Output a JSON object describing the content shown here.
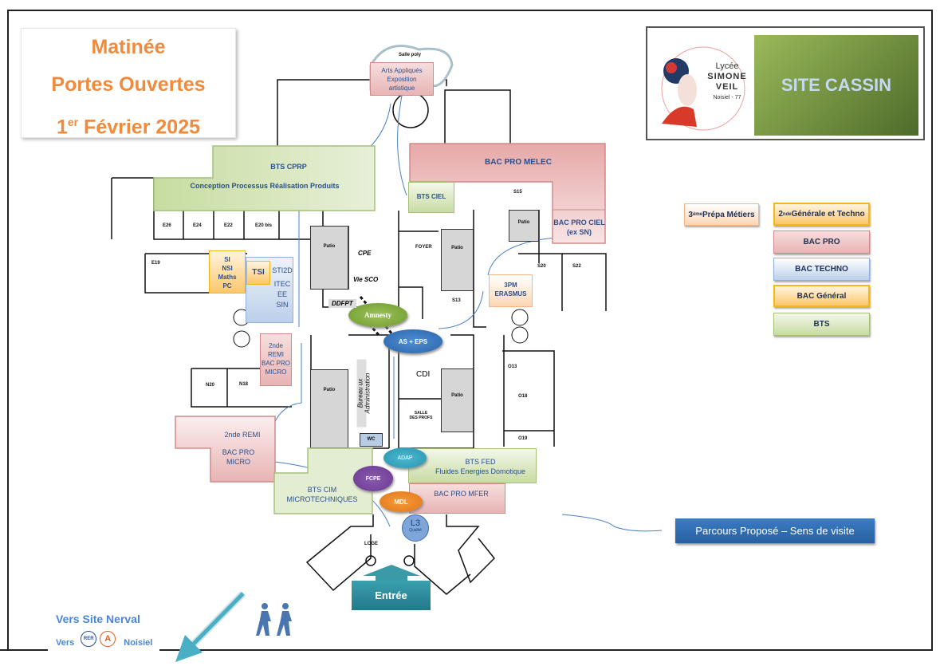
{
  "title": {
    "line1": "Matinée",
    "line2": "Portes Ouvertes",
    "line3_pre": "1",
    "line3_sup": "er",
    "line3_post": " Février 2025"
  },
  "logo": {
    "line1": "Lycée",
    "line2": "SIMONE",
    "line3": "VEIL",
    "line4": "Noisiel - 77"
  },
  "site_label": "SITE CASSIN",
  "legend": {
    "prepa": {
      "pre": "3",
      "sup": "ème",
      "post": " Prépa Métiers"
    },
    "seconde": {
      "pre": "2",
      "sup": "nde",
      "post": " Générale et Techno"
    },
    "items": [
      "BAC PRO",
      "BAC TECHNO",
      "BAC Général",
      "BTS"
    ]
  },
  "parcours_button": "Parcours Proposé – Sens de visite",
  "zones": {
    "salle_poly": "Salle poly",
    "arts": [
      "Arts Appliqués",
      "Exposition",
      "artistique"
    ],
    "bts_cprp": "BTS CPRP",
    "bts_cprp_sub": "Conception Processus Réalisation Produits",
    "bac_pro_melec": "BAC PRO MELEC",
    "bts_ciel": "BTS CIEL",
    "bac_pro_ciel": [
      "BAC PRO CIEL",
      "(ex SN)"
    ],
    "si_nsi": [
      "SI",
      "NSI",
      "Maths",
      "PC"
    ],
    "tsi": "TSI",
    "sti2d": [
      "STI2D",
      "ITEC",
      "EE",
      "SIN"
    ],
    "erasmus": [
      "3PM",
      "ERASMUS"
    ],
    "remi_small": [
      "2nde",
      "REMI",
      "BAC PRO",
      "MICRO"
    ],
    "remi_big": [
      "2nde REMI",
      "BAC PRO",
      "MICRO"
    ],
    "bts_cim": [
      "BTS CIM",
      "MICROTECHNIQUES"
    ],
    "bts_fed": [
      "BTS FED",
      "Fluides Energies Domotique"
    ],
    "bac_pro_mfer": "BAC PRO MFER"
  },
  "stands": {
    "amnesty": "Amnesty",
    "as_eps": "AS + EPS",
    "adap": "ADAP",
    "fcpe": "FCPE",
    "mdl": "MDL",
    "l3": "L3",
    "l3_sub": "Qualité"
  },
  "rooms": {
    "e26": "E26",
    "e24": "E24",
    "e22": "E22",
    "e20bis": "E20 bis",
    "e19": "E19",
    "cpe": "CPE",
    "vie_sco": "Vie SCO",
    "ddfpt": "DDFPT",
    "foyer": "FOYER",
    "patio": "Patio",
    "s15": "S15",
    "s13": "S13",
    "s20": "S20",
    "s22": "S22",
    "n20": "N20",
    "n18": "N18",
    "cdi": "CDI",
    "salle_profs": [
      "SALLE",
      "DES PROFS"
    ],
    "wc": "WC",
    "o13": "O13",
    "o18": "O18",
    "o19": "O19",
    "loge": "LOGE",
    "bureaux": "Bureau ux Administration"
  },
  "entree": "Entrée",
  "nerval": "Vers Site Nerval",
  "rer": {
    "pre": "Vers",
    "rer": "RER",
    "a": "A",
    "post": "Noisiel"
  },
  "colors": {
    "title": "#f08a3c",
    "text_blue": "#2a4f8c",
    "button": "#2f6db5",
    "entree": "#2f8c9a"
  }
}
